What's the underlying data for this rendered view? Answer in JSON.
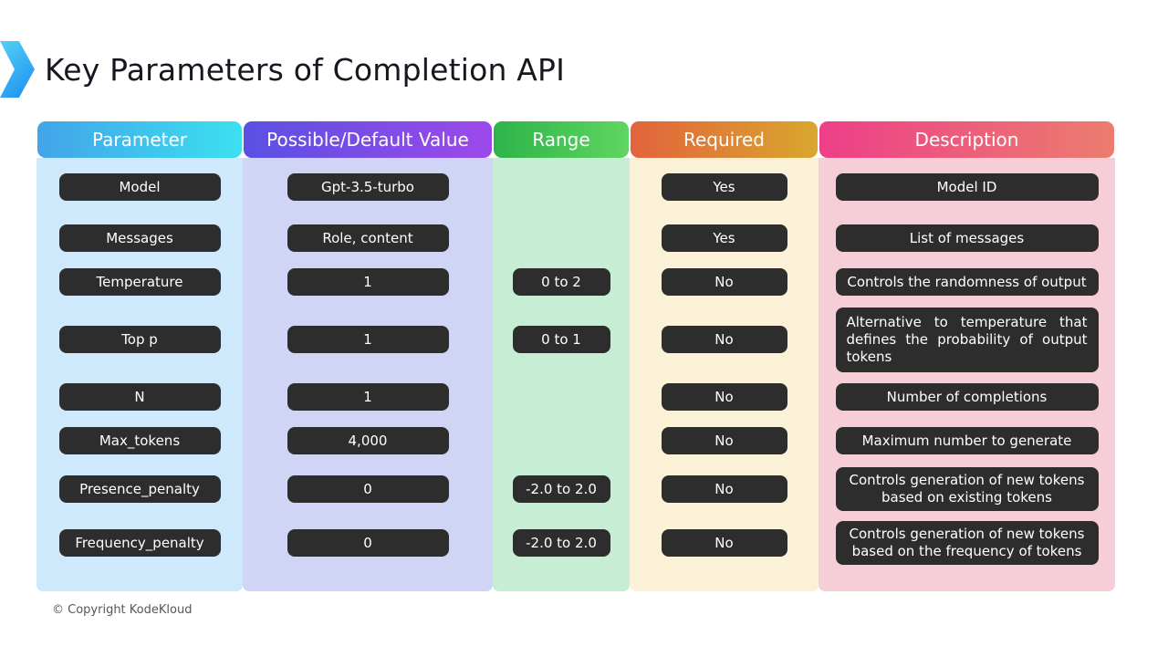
{
  "title": "Key Parameters of Completion API",
  "footer": {
    "copyright": "© Copyright KodeKloud"
  },
  "colors": {
    "pill_bg": "#2d2d2d",
    "pill_text": "#ffffff",
    "title_text": "#17171f",
    "chevron_gradient": [
      "#55d0f7",
      "#1c8df0"
    ]
  },
  "table": {
    "columns": [
      {
        "key": "parameter",
        "label": "Parameter",
        "header_gradient": [
          "#42a4e9",
          "#3ce0f0"
        ],
        "body_bg": "#cfe9fc"
      },
      {
        "key": "value",
        "label": "Possible/Default Value",
        "header_gradient": [
          "#5a50e2",
          "#9d49ea"
        ],
        "body_bg": "#d0d5f6"
      },
      {
        "key": "range",
        "label": "Range",
        "header_gradient": [
          "#2eb34a",
          "#5fd660"
        ],
        "body_bg": "#c7eed5"
      },
      {
        "key": "required",
        "label": "Required",
        "header_gradient": [
          "#e2633c",
          "#d9a72e"
        ],
        "body_bg": "#faf1d7"
      },
      {
        "key": "description",
        "label": "Description",
        "header_gradient": [
          "#ed3f88",
          "#ec7d6e"
        ],
        "body_bg": "#f6ced8"
      }
    ],
    "rows": [
      {
        "parameter": "Model",
        "value": "Gpt-3.5-turbo",
        "range": "",
        "required": "Yes",
        "description": "Model ID"
      },
      {
        "parameter": "Messages",
        "value": "Role, content",
        "range": "",
        "required": "Yes",
        "description": "List of messages"
      },
      {
        "parameter": "Temperature",
        "value": "1",
        "range": "0 to 2",
        "required": "No",
        "description": "Controls the randomness of output"
      },
      {
        "parameter": "Top p",
        "value": "1",
        "range": "0 to 1",
        "required": "No",
        "description": "Alternative to temperature that defines the probability of output tokens"
      },
      {
        "parameter": "N",
        "value": "1",
        "range": "",
        "required": "No",
        "description": "Number of completions"
      },
      {
        "parameter": "Max_tokens",
        "value": "4,000",
        "range": "",
        "required": "No",
        "description": "Maximum number to generate"
      },
      {
        "parameter": "Presence_penalty",
        "value": "0",
        "range": "-2.0 to 2.0",
        "required": "No",
        "description": "Controls generation of new tokens based on existing tokens"
      },
      {
        "parameter": "Frequency_penalty",
        "value": "0",
        "range": "-2.0 to 2.0",
        "required": "No",
        "description": "Controls generation of new tokens based on the frequency of tokens"
      }
    ]
  }
}
